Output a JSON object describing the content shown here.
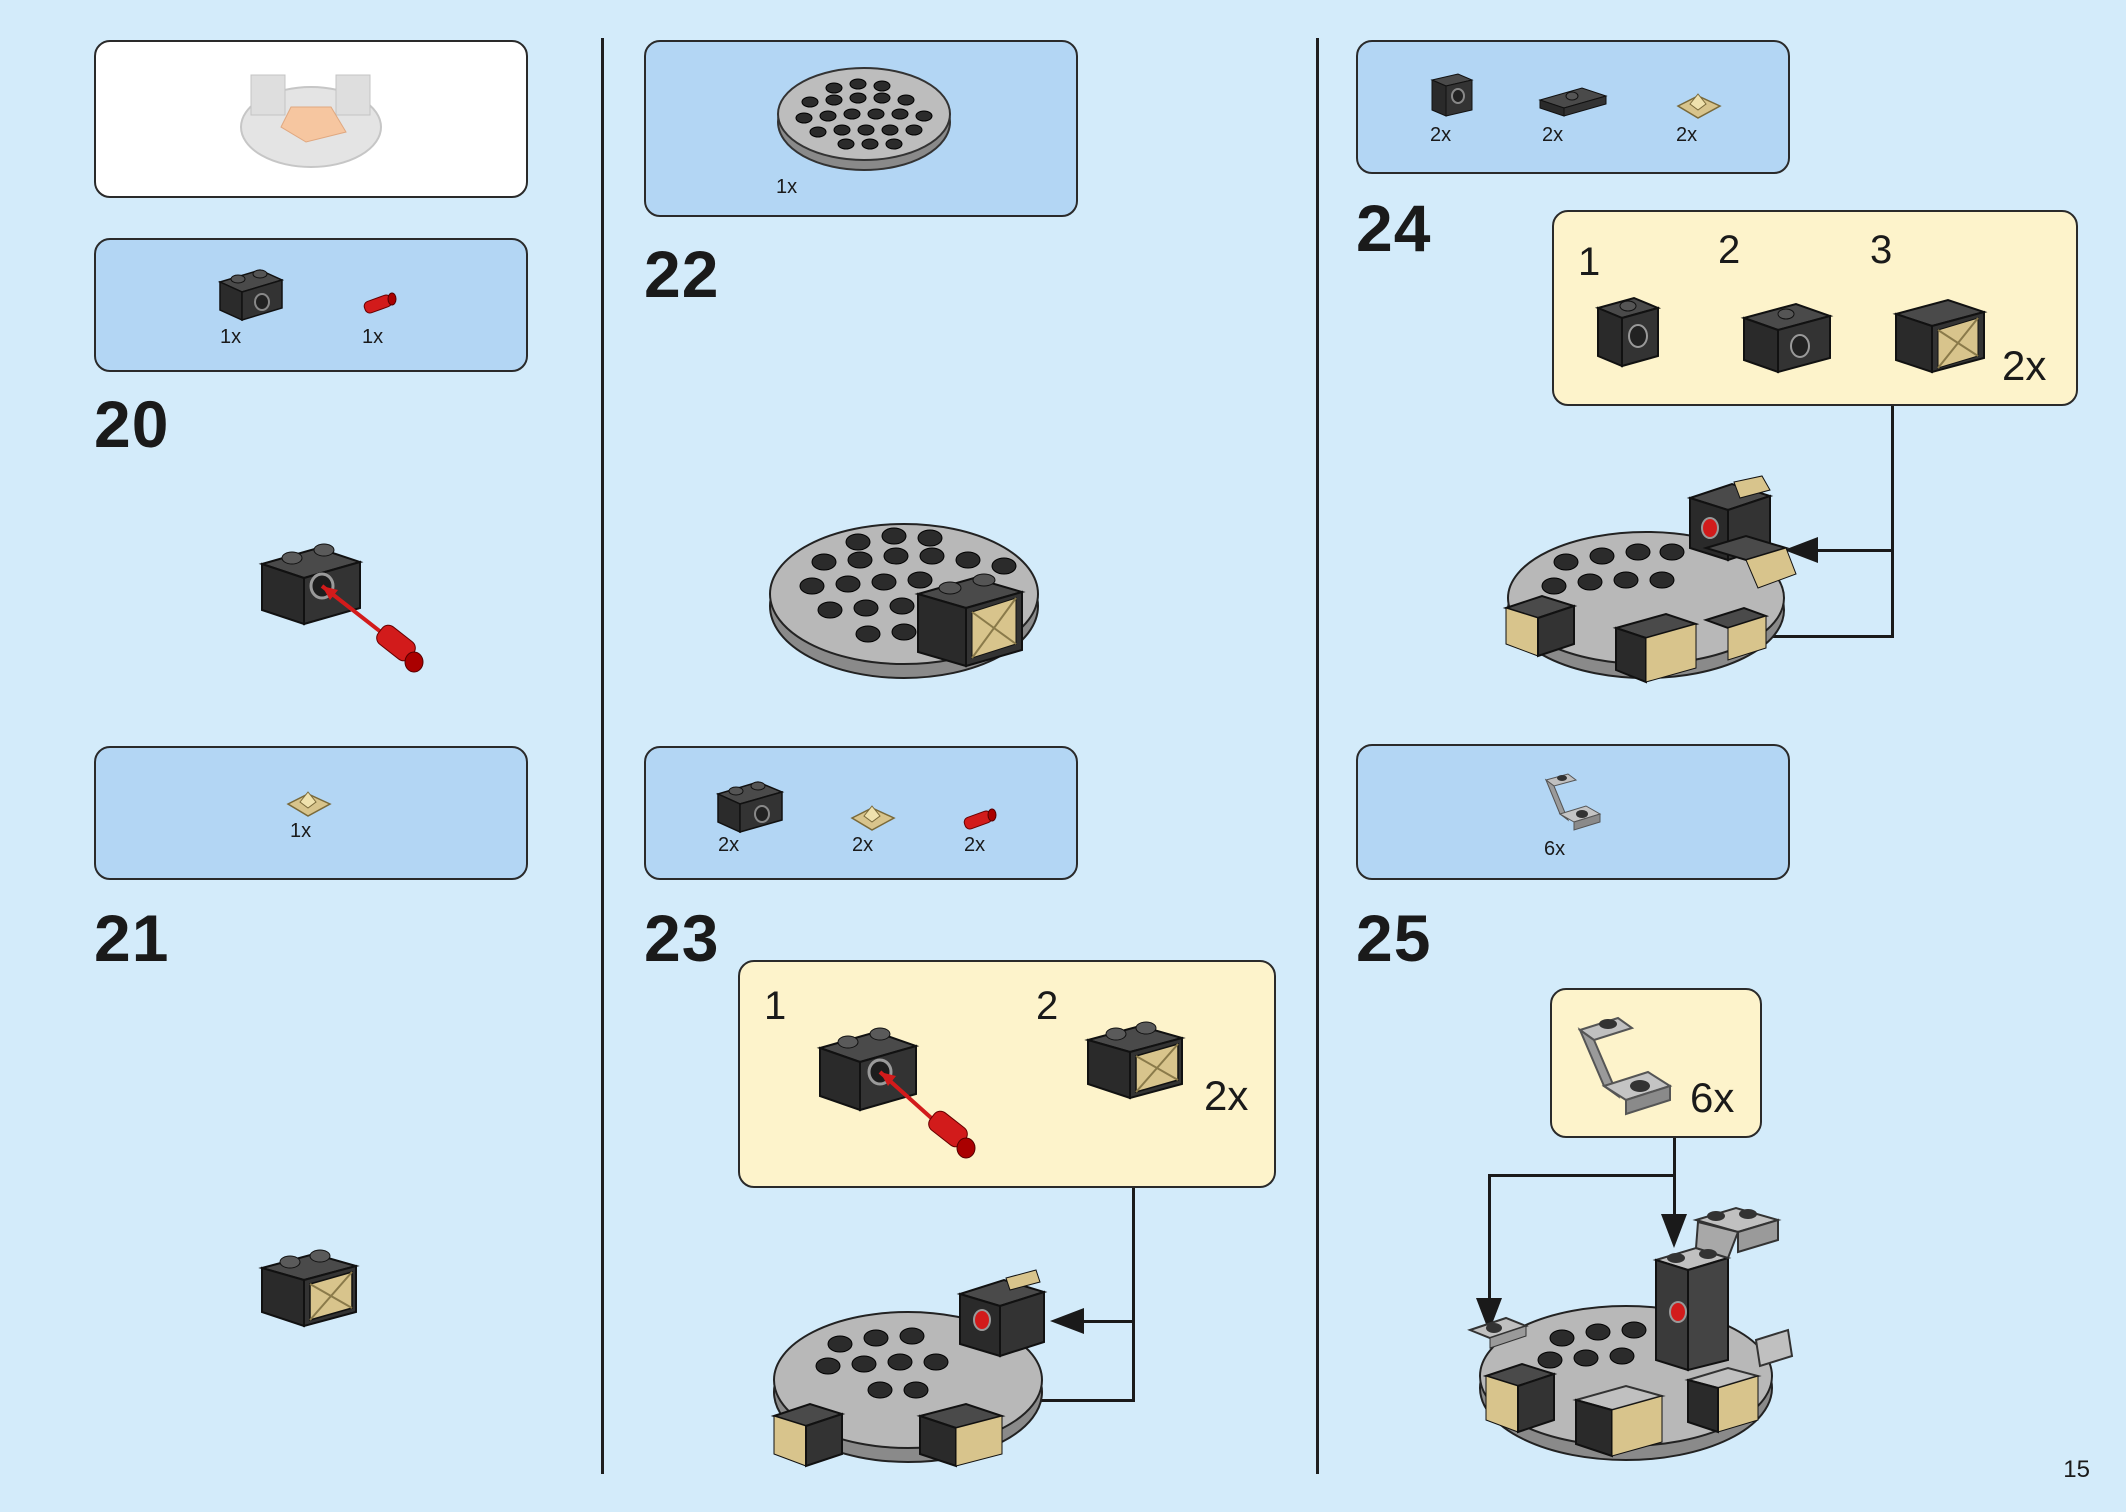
{
  "page": {
    "number": "15"
  },
  "steps": {
    "s20": {
      "number": "20",
      "parts": [
        "1x",
        "1x"
      ]
    },
    "s21": {
      "number": "21",
      "parts": [
        "1x"
      ]
    },
    "s22": {
      "number": "22",
      "parts": [
        "1x"
      ]
    },
    "s23": {
      "number": "23",
      "parts": [
        "2x",
        "2x",
        "2x"
      ],
      "substeps": {
        "a": "1",
        "b": "2",
        "multiplier": "2x"
      }
    },
    "s24": {
      "number": "24",
      "parts": [
        "2x",
        "2x",
        "2x"
      ],
      "substeps": {
        "a": "1",
        "b": "2",
        "c": "3",
        "multiplier": "2x"
      }
    },
    "s25": {
      "number": "25",
      "parts": [
        "6x"
      ],
      "callout": {
        "multiplier": "6x"
      }
    }
  },
  "colors": {
    "background": "#d3ebfa",
    "parts_box": "#b3d6f4",
    "subassembly_box": "#fdf3cb",
    "brick_black": "#2b2b2b",
    "plate_gray": "#9a9a9a",
    "tan": "#d8c48c",
    "red_pin": "#d21b1b"
  }
}
